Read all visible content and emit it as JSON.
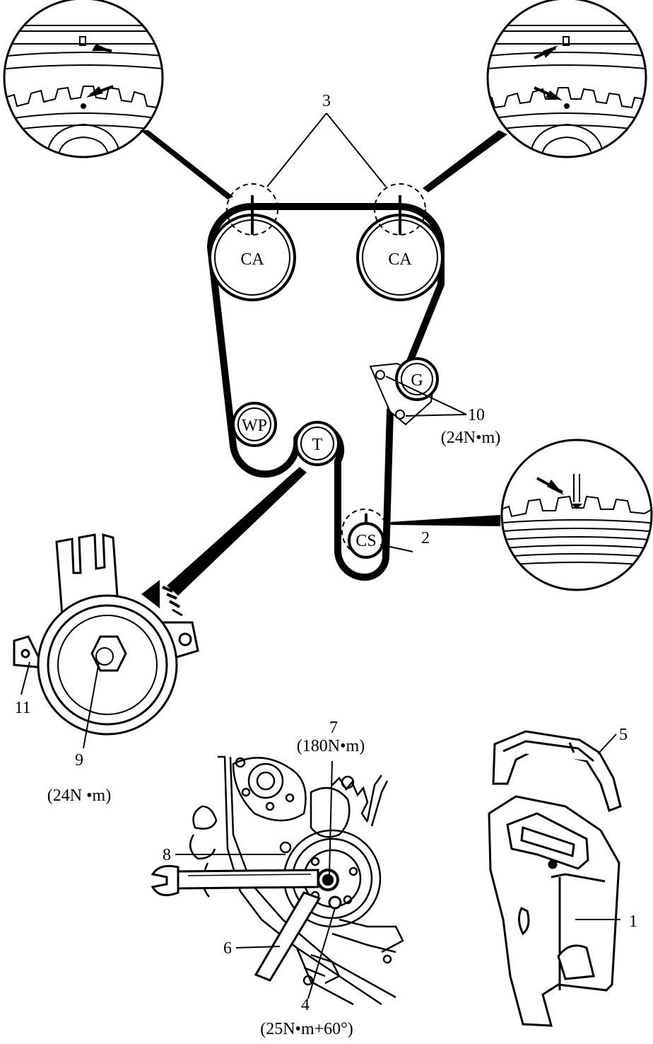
{
  "pulleys": {
    "camshaft_left": "CA",
    "camshaft_right": "CA",
    "generator": "G",
    "water_pump": "WP",
    "tensioner": "T",
    "crankshaft": "CS"
  },
  "callouts": {
    "n1": "1",
    "n2": "2",
    "n3": "3",
    "n4": "4",
    "n4_torque": "(25N•m+60°)",
    "n5": "5",
    "n6": "6",
    "n7": "7",
    "n7_torque": "(180N•m)",
    "n8": "8",
    "n9": "9",
    "n9_torque": "(24N •m)",
    "n10": "10",
    "n10_torque": "(24N•m)",
    "n11": "11"
  },
  "colors": {
    "ink": "#000000",
    "paper": "#ffffff"
  }
}
